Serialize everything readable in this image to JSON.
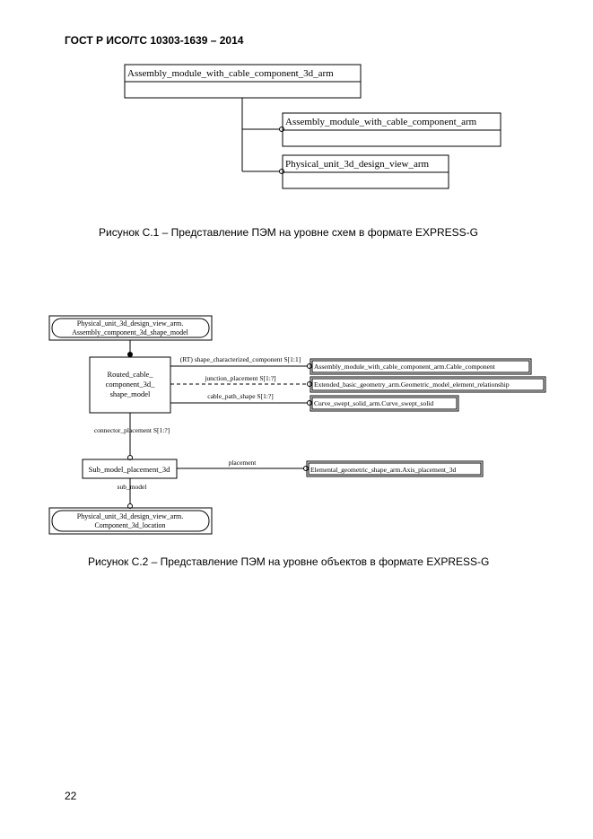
{
  "header": {
    "doc_id": "ГОСТ Р ИСО/ТС 10303-1639 – 2014"
  },
  "figure1": {
    "boxes": {
      "main": "Assembly_module_with_cable_component_3d_arm",
      "child1": "Assembly_module_with_cable_component_arm",
      "child2": "Physical_unit_3d_design_view_arm"
    },
    "caption": "Рисунок С.1 –  Представление ПЭМ на уровне схем в формате EXPRESS-G"
  },
  "figure2": {
    "nodes": {
      "top_ref_line1": "Physical_unit_3d_design_view_arm.",
      "top_ref_line2": "Assembly_component_3d_shape_model",
      "entity_line1": "Routed_cable_",
      "entity_line2": "component_3d_",
      "entity_line3": "shape_model",
      "ref1": "Assembly_module_with_cable_component_arm.Cable_component",
      "ref2": "Extended_basic_geometry_arm.Geometric_model_element_relationship",
      "ref3": "Curve_swept_solid_arm.Curve_swept_solid",
      "sub": "Sub_model_placement_3d",
      "ref4": "Elemental_geometric_shape_arm.Axis_placement_3d",
      "bottom_ref_line1": "Physical_unit_3d_design_view_arm.",
      "bottom_ref_line2": "Component_3d_location"
    },
    "labels": {
      "shape_char": "(RT) shape_characterized_component S[1:1]",
      "junction": "junction_placement S[1:?]",
      "cable_path": "cable_path_shape S[1:?]",
      "connector": "connector_placement S[1:?]",
      "placement": "placement",
      "sub_model": "sub_model"
    },
    "caption": "Рисунок С.2 –  Представление ПЭМ на уровне объектов в формате EXPRESS-G"
  },
  "footer": {
    "page_number": "22"
  }
}
